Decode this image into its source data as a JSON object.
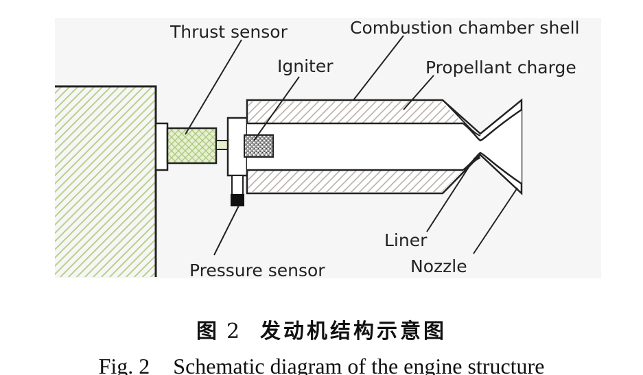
{
  "labels": {
    "thrust_sensor": "Thrust sensor",
    "combustion_chamber_shell": "Combustion chamber shell",
    "igniter": "Igniter",
    "propellant_charge": "Propellant charge",
    "liner": "Liner",
    "nozzle": "Nozzle",
    "pressure_sensor": "Pressure sensor"
  },
  "caption": {
    "cn_prefix": "图",
    "cn_number": "2",
    "cn_title": "发动机结构示意图",
    "en_prefix": "Fig. 2",
    "en_title": "Schematic diagram of the engine structure"
  },
  "colors": {
    "hatch_green": "#b8d08a",
    "hatch_gray": "#b9b0ab",
    "outline": "#222222",
    "mesh_green": "#cfe3a6",
    "igniter_fill": "#8a8a8a",
    "plug_fill": "#111111"
  }
}
